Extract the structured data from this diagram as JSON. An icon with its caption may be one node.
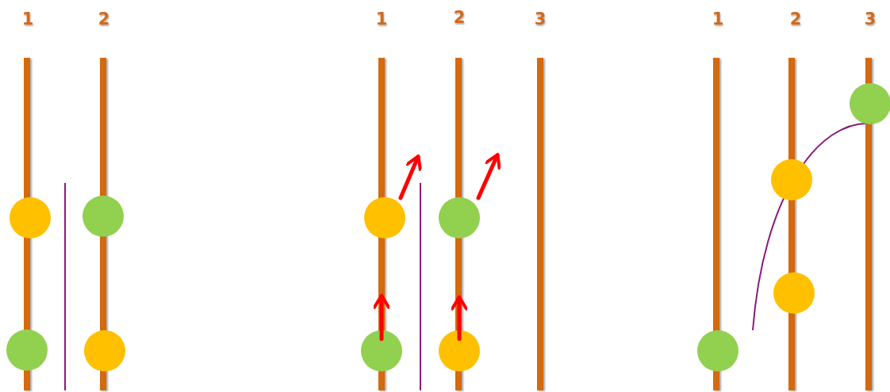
{
  "diagram": {
    "labels": [
      "1",
      "2",
      "1",
      "2",
      "3",
      "1",
      "2",
      "3"
    ]
  }
}
